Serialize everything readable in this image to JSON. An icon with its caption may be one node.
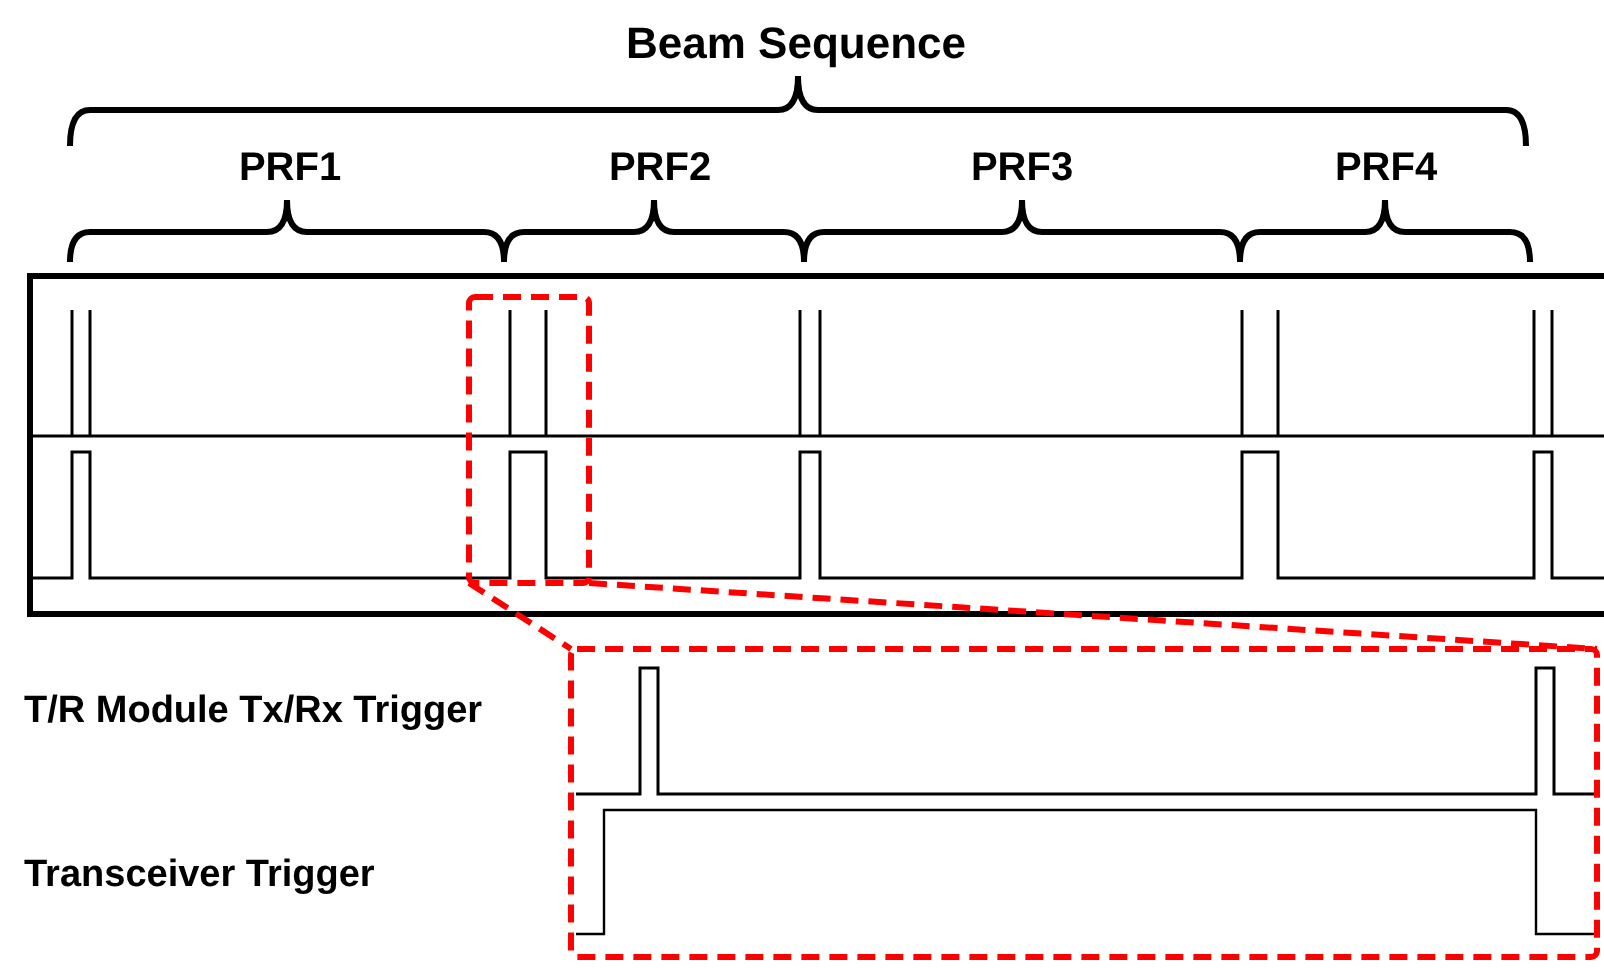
{
  "diagram": {
    "nodes": [
      {
        "text": [],
        "shape": "box"
      },
      {
        "text": [],
        "shape": "box"
      }
    ],
    "edges": [
      {
        "from": 0,
        "to": 1,
        "arrow": "none",
        "style": "dashed",
        "color": "#ff0000"
      },
      {
        "from": 0,
        "to": 1,
        "arrow": "none",
        "style": "dashed",
        "color": "#ff0000"
      }
    ],
    "labels": [
      "Beam Sequence",
      "PRF1",
      "PRF2",
      "PRF3",
      "PRF4",
      "T/R Module Tx/Rx Trigger",
      "Transceiver Trigger"
    ]
  }
}
